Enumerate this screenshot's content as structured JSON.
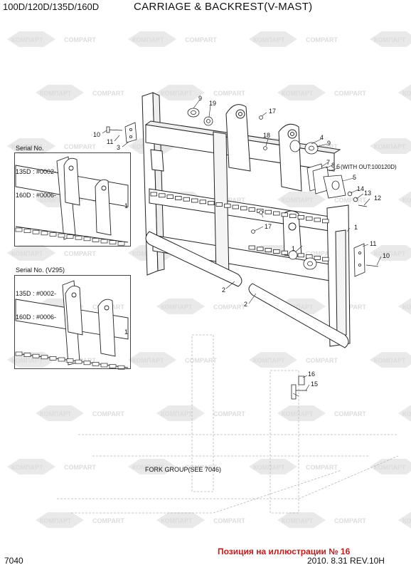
{
  "header": {
    "model": "100D/120D/135D/160D",
    "title": "CARRIAGE & BACKREST(V-MAST)"
  },
  "footer": {
    "page_number": "7040",
    "position_note": "Позиция на иллюстрации № 16",
    "date_revision": "2010. 8.31  REV.10H"
  },
  "watermark": {
    "text_latin": "COMPART",
    "text_cyrillic": "КОМПАРТ"
  },
  "insets": [
    {
      "title": "Serial No.",
      "lines": [
        "135D : #0002-",
        "160D : #0006-"
      ]
    },
    {
      "title": "Serial No.    (V295)",
      "lines": [
        "135D : #0002-",
        "160D : #0006-"
      ]
    }
  ],
  "callouts": {
    "c9a": "9",
    "c19": "19",
    "c17a": "17",
    "c10a": "10",
    "c11a": "11",
    "c3": "3",
    "c18": "18",
    "c4": "4",
    "c9b": "9",
    "c7": "7",
    "c8": "8",
    "c6": "6",
    "c5": "5",
    "c14": "14",
    "c13": "13",
    "c12": "12",
    "c1a": "1",
    "c17b": "17",
    "c1b": "1",
    "c1c": "1",
    "c2a": "2",
    "c2b": "2",
    "c11b": "11",
    "c10b": "10",
    "c16": "16",
    "c15": "15",
    "c1d": "1"
  },
  "notes": {
    "with_out": "(WITH OUT:100120D)",
    "fork_group": "FORK GROUP(SEE 7046)"
  }
}
